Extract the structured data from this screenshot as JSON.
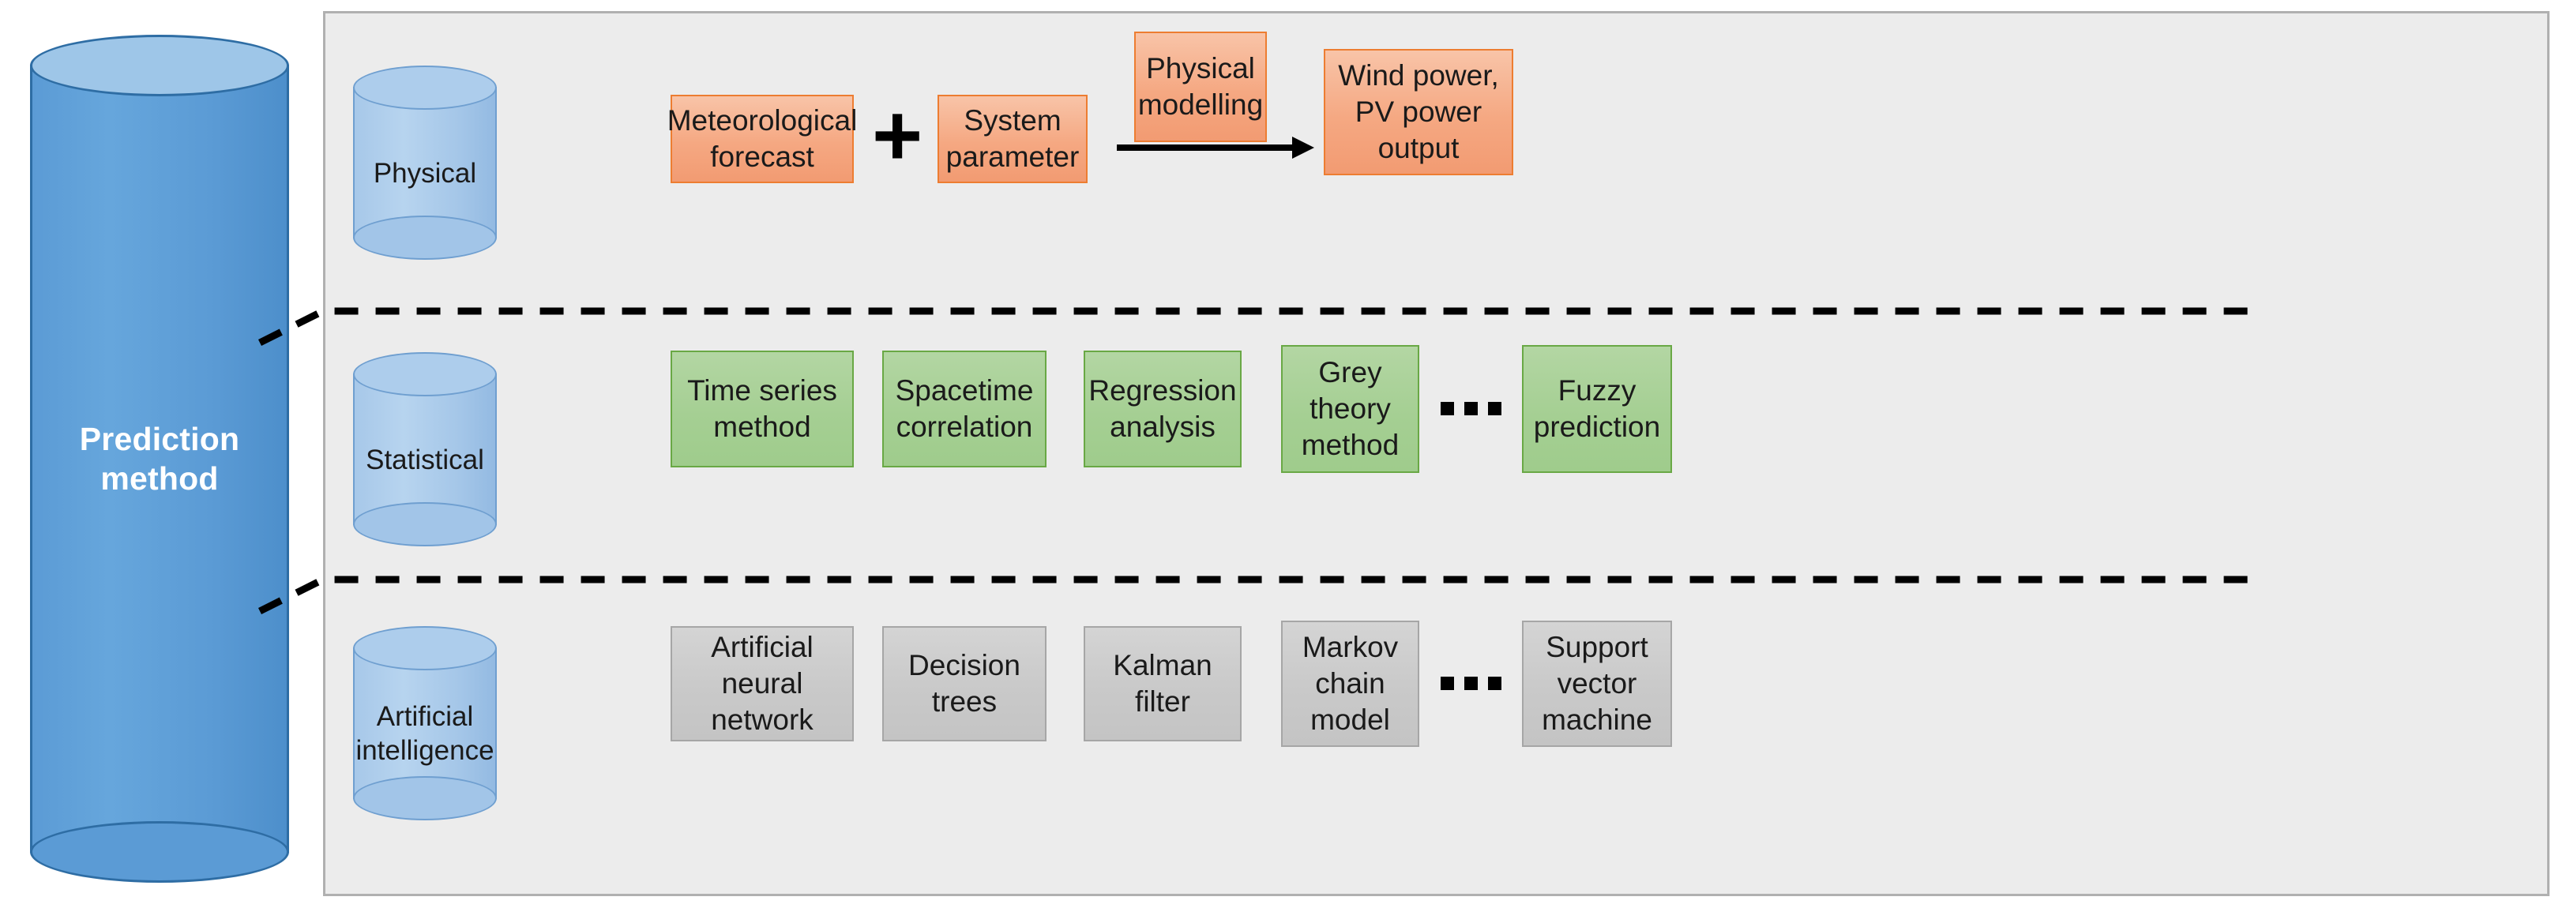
{
  "diagram": {
    "title": "Prediction method",
    "root": {
      "label": "Prediction method"
    },
    "categories": [
      {
        "id": "physical",
        "cylinder_label": "Physical",
        "color": "#f5a882",
        "border_color": "#ed7d31",
        "items": [
          {
            "label": "Meteorological forecast"
          },
          {
            "label": "System parameter"
          },
          {
            "label": "Physical modelling"
          },
          {
            "label": "Wind power, PV power output"
          }
        ],
        "operators": [
          {
            "kind": "plus",
            "glyph": "+"
          },
          {
            "kind": "arrow",
            "glyph": "→"
          }
        ],
        "has_ellipsis": false
      },
      {
        "id": "statistical",
        "cylinder_label": "Statistical",
        "color": "#a5cf93",
        "border_color": "#69a845",
        "items": [
          {
            "label": "Time series method"
          },
          {
            "label": "Spacetime correlation"
          },
          {
            "label": "Regression analysis"
          },
          {
            "label": "Grey theory method"
          },
          {
            "label": "Fuzzy prediction"
          }
        ],
        "operators": [],
        "has_ellipsis": true,
        "ellipsis": "..."
      },
      {
        "id": "artificial-intelligence",
        "cylinder_label": "Artificial intelligence",
        "color": "#c9c9c9",
        "border_color": "#a6a6a6",
        "items": [
          {
            "label": "Artificial neural network"
          },
          {
            "label": "Decision trees"
          },
          {
            "label": "Kalman filter"
          },
          {
            "label": "Markov chain model"
          },
          {
            "label": "Support vector machine"
          }
        ],
        "operators": [],
        "has_ellipsis": true,
        "ellipsis": "..."
      }
    ],
    "colors": {
      "panel_background": "#ececec",
      "panel_border": "#b0b0b0",
      "root_cylinder": "#5b9bd5",
      "root_cylinder_border": "#2e6da4",
      "category_cylinder": "#a7c8e9",
      "category_cylinder_border": "#6f9fd0",
      "divider": "#000000",
      "text": "#1a1a1a",
      "root_text": "#ffffff"
    }
  }
}
